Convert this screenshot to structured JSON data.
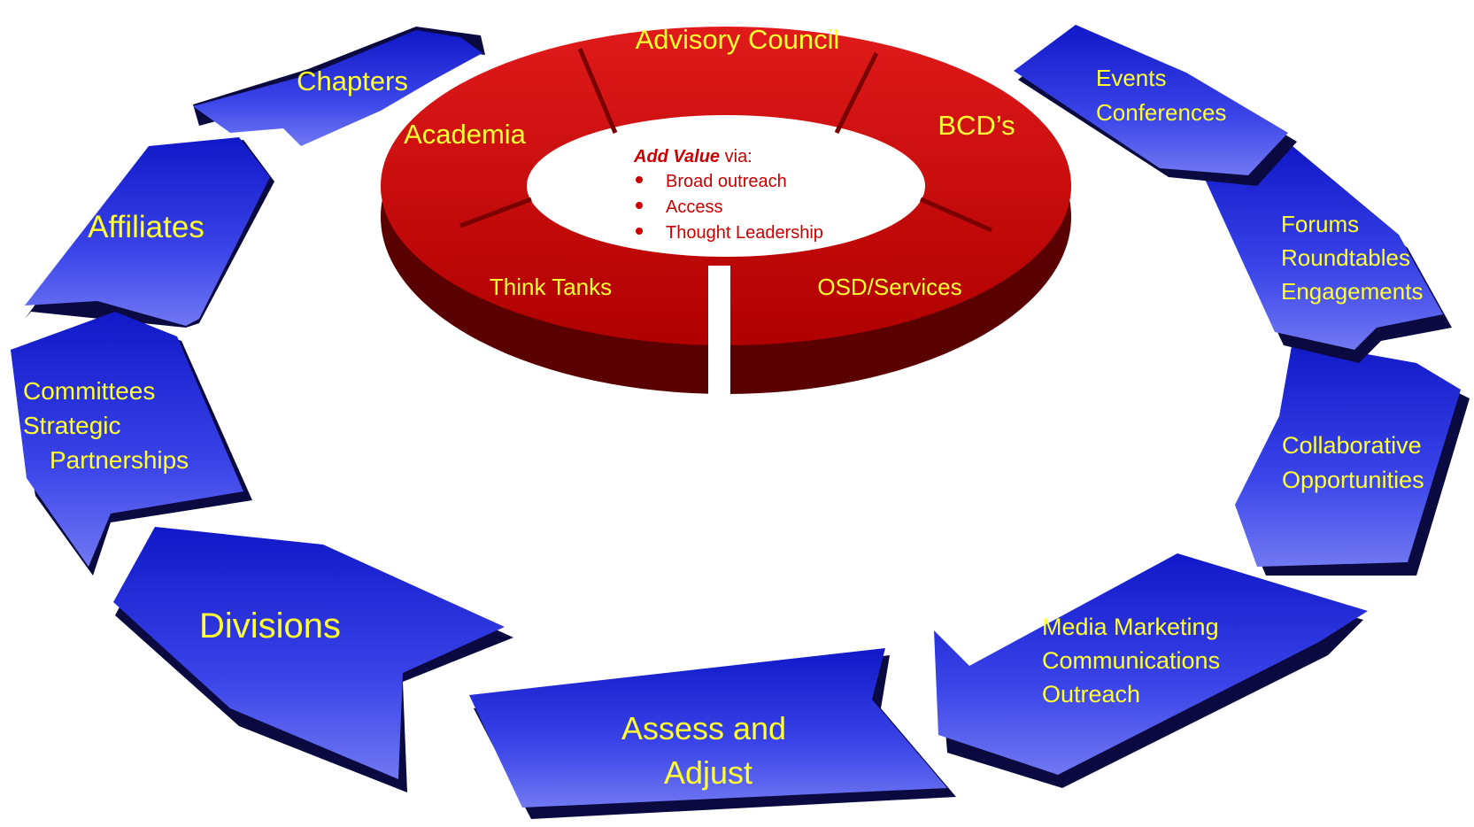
{
  "colors": {
    "outer_segment": "#1f2fe0",
    "outer_segment_light": "#6d74f0",
    "outer_shadow": "#0a0a35",
    "inner_segment": "#d31010",
    "inner_shadow": "#5a0000",
    "label_text": "#ffff33",
    "center_text": "#cc0000"
  },
  "inner_ring": {
    "segments": [
      {
        "lines": [
          "Advisory Council"
        ]
      },
      {
        "lines": [
          "BCD’s"
        ]
      },
      {
        "lines": [
          "OSD/Services"
        ]
      },
      {
        "lines": [
          "Think Tanks"
        ]
      },
      {
        "lines": [
          "Academia"
        ]
      }
    ],
    "center": {
      "heading_bold": "Add Value",
      "heading_rest": " via:",
      "bullets": [
        "Broad outreach",
        "Access",
        "Thought Leadership"
      ]
    }
  },
  "outer_ring": {
    "segments": [
      {
        "lines": [
          "Events",
          "Conferences"
        ]
      },
      {
        "lines": [
          "Forums",
          "Roundtables",
          "Engagements"
        ]
      },
      {
        "lines": [
          "Collaborative",
          "Opportunities"
        ]
      },
      {
        "lines": [
          "Media Marketing",
          "Communications",
          "Outreach"
        ]
      },
      {
        "lines": [
          "Assess and",
          "Adjust"
        ]
      },
      {
        "lines": [
          "Divisions"
        ]
      },
      {
        "lines": [
          "Committees",
          "Strategic",
          "Partnerships"
        ]
      },
      {
        "lines": [
          "Affiliates"
        ]
      },
      {
        "lines": [
          "Chapters"
        ]
      }
    ]
  }
}
